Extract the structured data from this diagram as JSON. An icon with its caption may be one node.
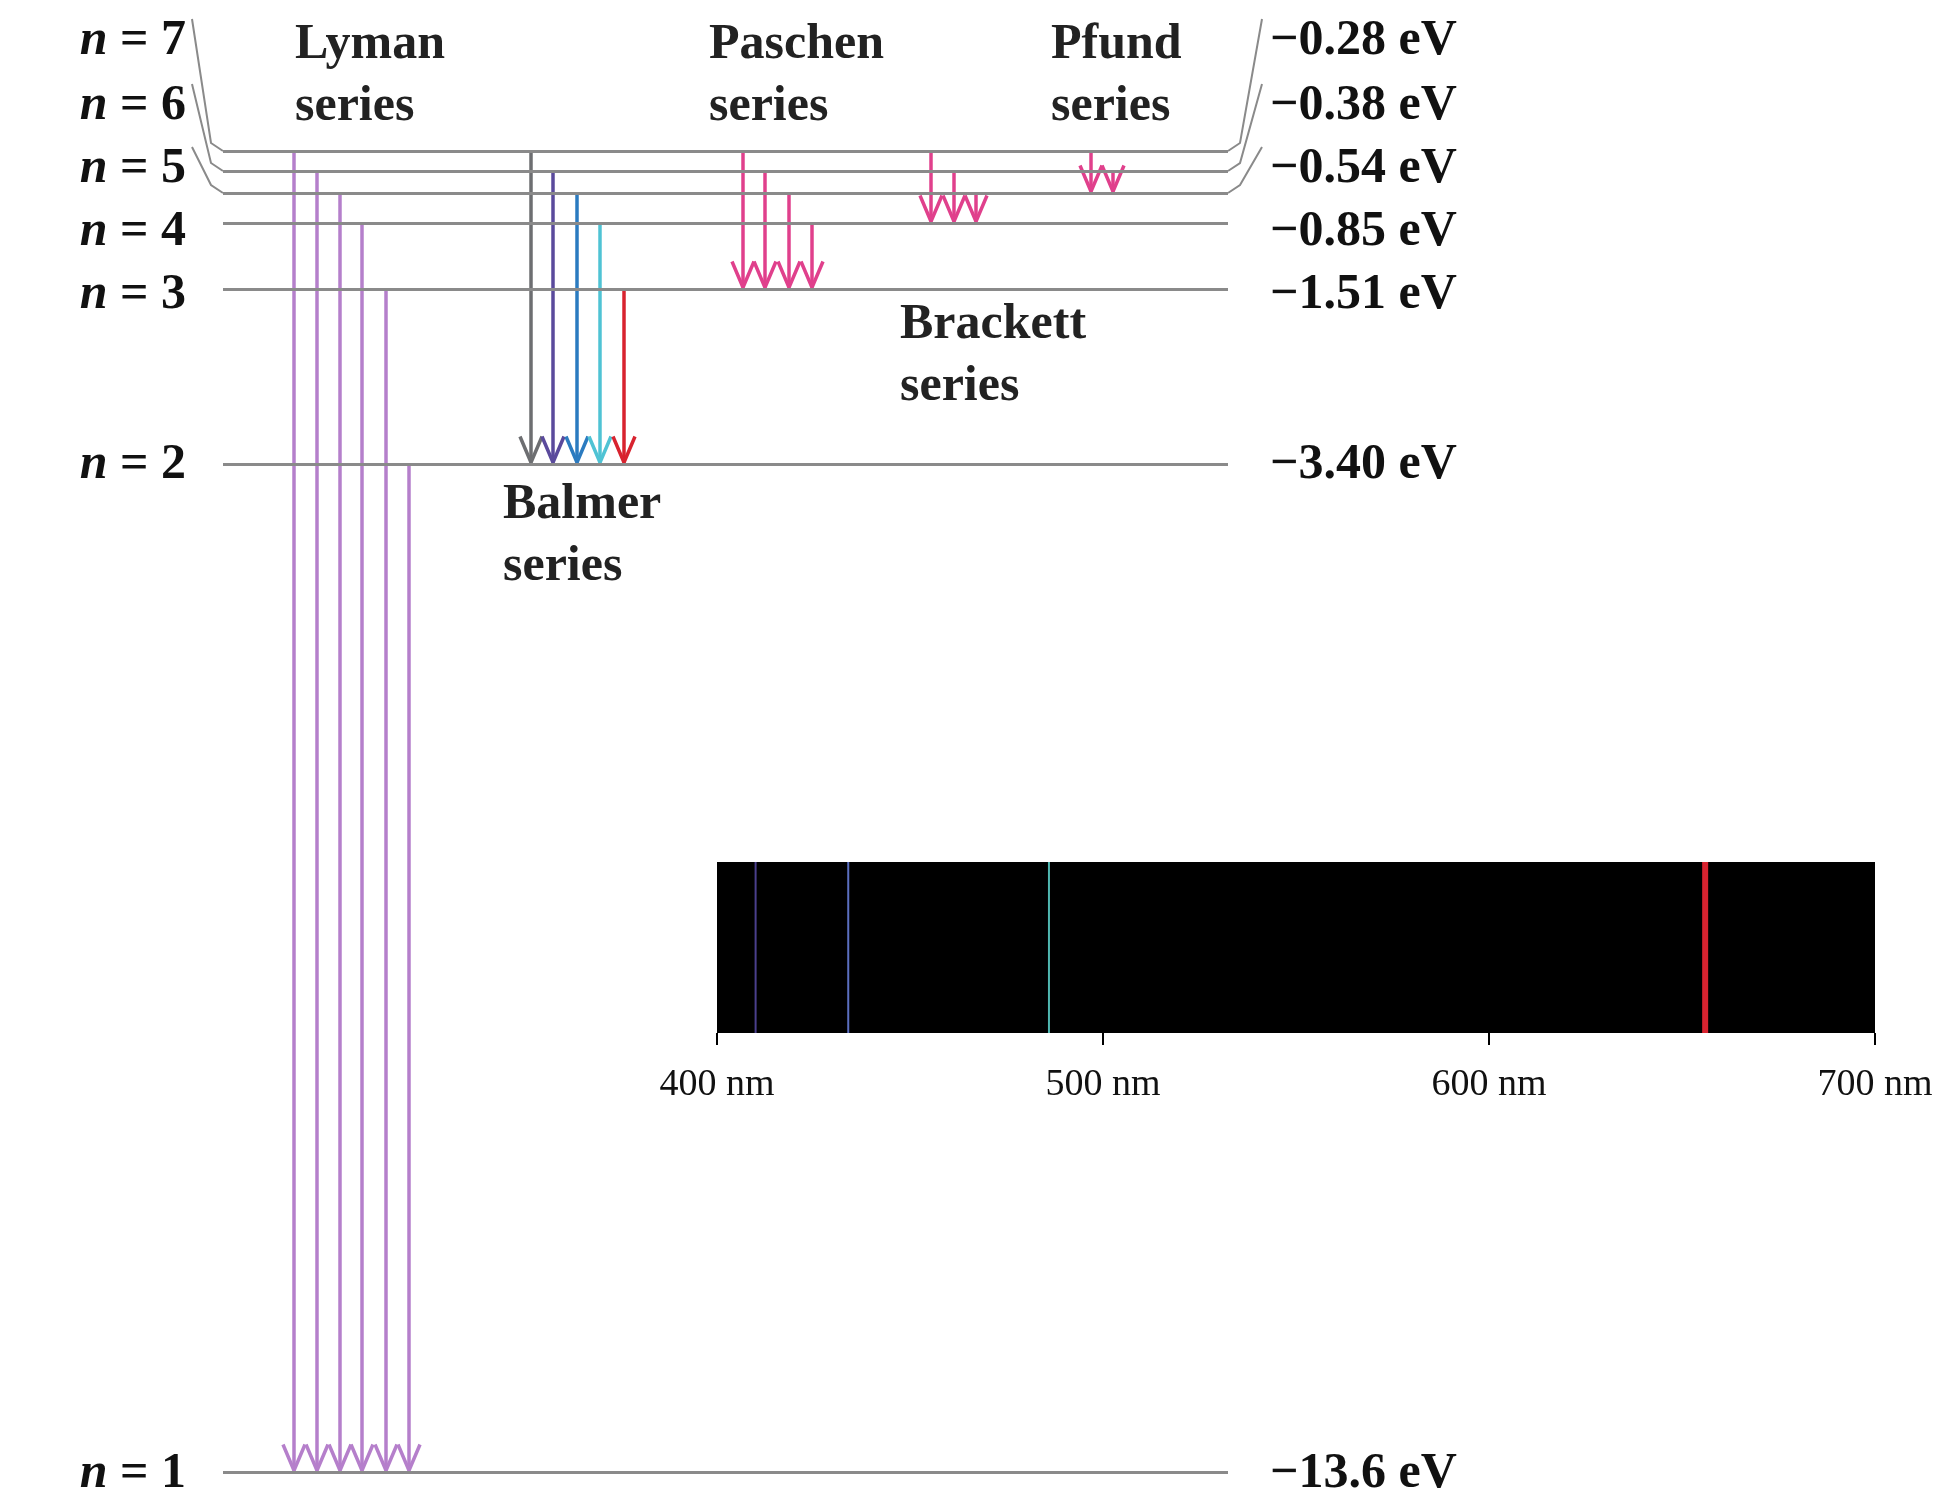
{
  "diagram": {
    "nodes": [
      {
        "text": [],
        "shape": "bar",
        "beside": [
          "*n* = 7",
          "−0.28 eV"
        ]
      },
      {
        "text": [],
        "shape": "bar",
        "beside": [
          "*n* = 6",
          "−0.38 eV"
        ]
      },
      {
        "text": [],
        "shape": "bar",
        "beside": [
          "*n* = 5",
          "−0.54 eV"
        ]
      },
      {
        "text": [],
        "shape": "bar",
        "beside": [
          "*n* = 4",
          "−0.85 eV"
        ]
      },
      {
        "text": [],
        "shape": "bar",
        "beside": [
          "*n* = 3",
          "−1.51 eV"
        ]
      },
      {
        "text": [],
        "shape": "bar",
        "beside": [
          "*n* = 2",
          "−3.40 eV"
        ]
      },
      {
        "text": [],
        "shape": "bar",
        "beside": [
          "*n* = 1",
          "−13.6 eV"
        ]
      }
    ],
    "edges": [
      {
        "from": 0,
        "to": 6,
        "arrow": "to",
        "color": "#b57fcb"
      },
      {
        "from": 1,
        "to": 6,
        "arrow": "to",
        "color": "#b57fcb"
      },
      {
        "from": 2,
        "to": 6,
        "arrow": "to",
        "color": "#b57fcb"
      },
      {
        "from": 3,
        "to": 6,
        "arrow": "to",
        "color": "#b57fcb"
      },
      {
        "from": 4,
        "to": 6,
        "arrow": "to",
        "color": "#b57fcb"
      },
      {
        "from": 5,
        "to": 6,
        "arrow": "to",
        "color": "#b57fcb"
      },
      {
        "from": 0,
        "to": 5,
        "arrow": "to",
        "color": "#6d6e71"
      },
      {
        "from": 1,
        "to": 5,
        "arrow": "to",
        "color": "#5a4a9c"
      },
      {
        "from": 2,
        "to": 5,
        "arrow": "to",
        "color": "#2b7bc0"
      },
      {
        "from": 3,
        "to": 5,
        "arrow": "to",
        "color": "#4fc3d4"
      },
      {
        "from": 4,
        "to": 5,
        "arrow": "to",
        "color": "#d8232f"
      },
      {
        "from": 0,
        "to": 4,
        "arrow": "to",
        "color": "#e0408c"
      },
      {
        "from": 1,
        "to": 4,
        "arrow": "to",
        "color": "#e0408c"
      },
      {
        "from": 2,
        "to": 4,
        "arrow": "to",
        "color": "#e0408c"
      },
      {
        "from": 3,
        "to": 4,
        "arrow": "to",
        "color": "#e0408c"
      },
      {
        "from": 0,
        "to": 3,
        "arrow": "to",
        "color": "#e0408c"
      },
      {
        "from": 1,
        "to": 3,
        "arrow": "to",
        "color": "#e0408c"
      },
      {
        "from": 2,
        "to": 3,
        "arrow": "to",
        "color": "#e0408c"
      },
      {
        "from": 0,
        "to": 2,
        "arrow": "to",
        "color": "#e0408c"
      },
      {
        "from": 1,
        "to": 2,
        "arrow": "to",
        "color": "#e0408c"
      }
    ],
    "labels": [
      "Lyman series",
      "Paschen series",
      "Pfund series",
      "Brackett series",
      "Balmer series",
      "400 nm",
      "500 nm",
      "600 nm",
      "700 nm"
    ]
  }
}
